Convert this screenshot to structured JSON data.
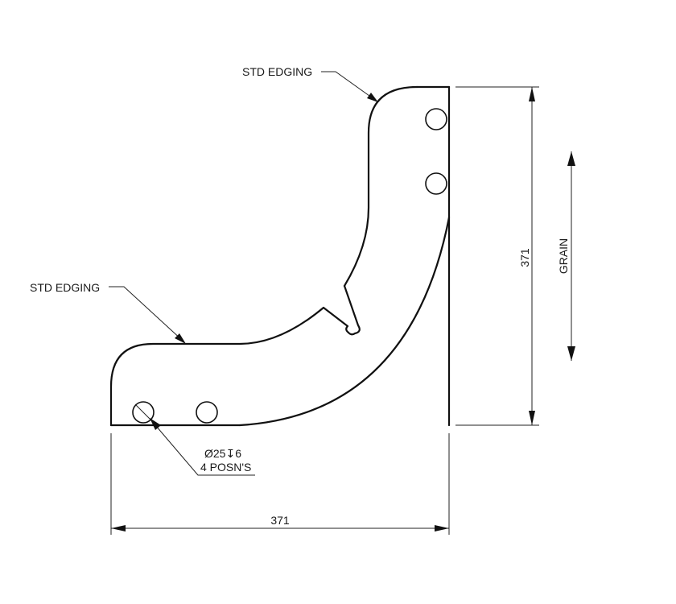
{
  "annotations": {
    "edging_top": "STD EDGING",
    "edging_left": "STD EDGING",
    "hole_spec_line1": "Ø25↧6",
    "hole_spec_line2": "4 POSN'S"
  },
  "dimensions": {
    "height": "371",
    "width": "371"
  },
  "grain": {
    "label": "GRAIN"
  }
}
